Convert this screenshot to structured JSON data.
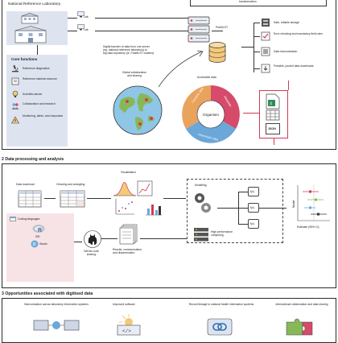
{
  "top": {
    "lab_name": "National Reference Laboratory",
    "lab1": "Lab",
    "lab2": "Lab",
    "banner_text": "transformation",
    "transfer_text": [
      "Digital transfer of data from one server",
      "(eg, national reference laboratory) to",
      "big data repository (ie, PubMLST clusters)"
    ],
    "pubmlst": "PubMLST",
    "global": [
      "Global collaboration",
      "and sharing"
    ],
    "accessible": "Accessible data",
    "organism": "Organism",
    "genomic": "Genomic data",
    "metadata": "Metadata",
    "phenotypic": "Phenotypic data",
    "right_items": [
      "Safe, reliable storage",
      "Error checking and mandatory field rules",
      "Data harmonisation",
      "Portable, pooled data downloads"
    ],
    "json_label": "JSON",
    "core_title": "Core functions",
    "core_items": [
      "Reference diagnostics",
      "Reference material resource",
      "Scientific advice",
      "Collaboration and research",
      "Monitoring, alerts, and responses"
    ]
  },
  "middle": {
    "title": "2 Data processing and analysis",
    "download": "Data download",
    "cleaning": "Cleaning and wrangling",
    "visualisation": "Visualisation",
    "modelling": "Modelling",
    "fx": [
      "f(x)",
      "f(x)",
      "f(x)"
    ],
    "hpc": [
      "High performance",
      "computing"
    ],
    "model_axis": "Model",
    "estimate": "Estimate (95% CI)",
    "coding": "Coding languages",
    "r": "R",
    "ide": "IDE",
    "studio": "Studio",
    "github": [
      "GitHub code",
      "sharing"
    ],
    "results": [
      "Results, communication,",
      "and dissemination"
    ]
  },
  "bottom": {
    "title": "3 Opportunities associated with digitised data",
    "items": [
      "Harmonisation across laboratory information systems",
      "Improved software",
      "Record linkage to national health information systems",
      "International collaboration and data sharing"
    ]
  },
  "colors": {
    "panel_blue": "#dde4f0",
    "pink_panel": "#f7e3e6",
    "genomic": "#e8a35c",
    "metadata": "#d64a6a",
    "phenotypic": "#6ba7d8",
    "red_accent": "#d23a52",
    "globe_blue": "#8fc6e5",
    "globe_green": "#86b857"
  }
}
